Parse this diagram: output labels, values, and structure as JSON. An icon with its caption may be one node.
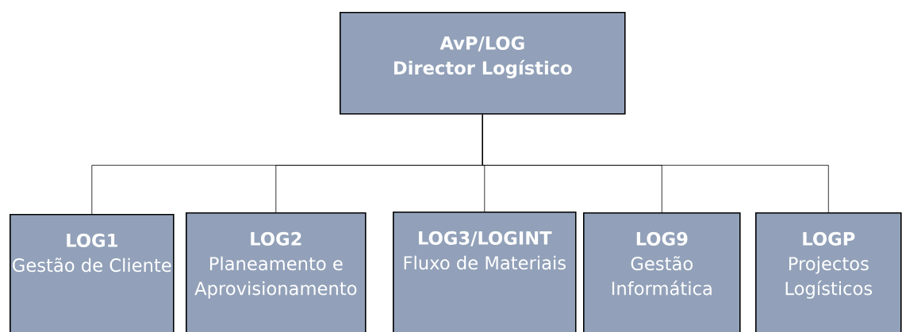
{
  "diagram": {
    "nodes": [
      {
        "text": [
          "AvP/LOG",
          "Director Logístico"
        ]
      },
      {
        "text": [
          "LOG1",
          "Gestão de Cliente"
        ]
      },
      {
        "text": [
          "LOG2",
          "Planeamento e Aprovisionamento"
        ]
      },
      {
        "text": [
          "LOG3/LOGINT",
          "Fluxo de Materiais"
        ]
      },
      {
        "text": [
          "LOG9",
          "Gestão Informática"
        ]
      },
      {
        "text": [
          "LOGP",
          "Projectos Logísticos"
        ]
      }
    ],
    "edges": [
      {
        "from": 0,
        "to": 1,
        "arrow": "none"
      },
      {
        "from": 0,
        "to": 2,
        "arrow": "none"
      },
      {
        "from": 0,
        "to": 3,
        "arrow": "none"
      },
      {
        "from": 0,
        "to": 4,
        "arrow": "none"
      },
      {
        "from": 0,
        "to": 5,
        "arrow": "none"
      }
    ]
  }
}
